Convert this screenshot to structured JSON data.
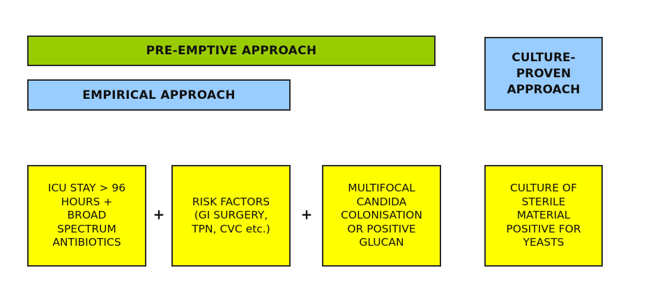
{
  "approaches": {
    "pre_emptive": "PRE-EMPTIVE APPROACH",
    "empirical": "EMPIRICAL APPROACH",
    "culture_proven": "CULTURE-\nPROVEN\nAPPROACH"
  },
  "criteria": {
    "icu_stay": "ICU STAY > 96\nHOURS +\nBROAD\nSPECTRUM\nANTIBIOTICS",
    "risk_factors": "RISK FACTORS\n(GI SURGERY,\nTPN, CVC etc.)",
    "colonisation": "MULTIFOCAL\nCANDIDA\nCOLONISATION\nOR POSITIVE\nGLUCAN",
    "culture": "CULTURE OF\nSTERILE\nMATERIAL\nPOSITIVE FOR\nYEASTS"
  },
  "operators": {
    "plus_1": "+",
    "plus_2": "+"
  },
  "colors": {
    "pre_emptive_bar": "#99cc00",
    "empirical_bar": "#99ccff",
    "culture_proven_box": "#99ccff",
    "criteria_boxes": "#ffff00",
    "border": "#2a2a2a"
  }
}
